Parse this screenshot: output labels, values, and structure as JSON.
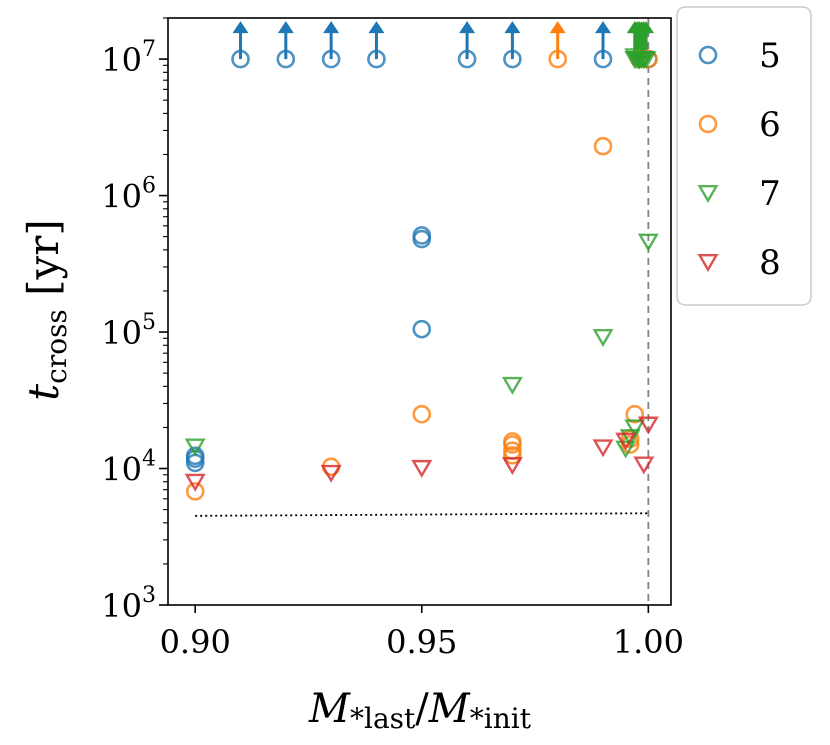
{
  "chart_data": {
    "type": "scatter",
    "xlabel": {
      "main": "M",
      "sub1": "*last",
      "slash": "/",
      "main2": "M",
      "sub2": "*init"
    },
    "ylabel": {
      "main": "t",
      "sub": "cross",
      "unit": " [yr]"
    },
    "xlim": [
      0.894,
      1.005
    ],
    "ylim": [
      1000,
      20000000
    ],
    "yscale": "log",
    "x_ticks": [
      0.9,
      0.95,
      1.0
    ],
    "x_tick_labels": [
      "0.90",
      "0.95",
      "1.00"
    ],
    "y_ticks": [
      1000,
      10000,
      100000,
      1000000,
      10000000
    ],
    "y_tick_labels": [
      {
        "base": "10",
        "exp": "3"
      },
      {
        "base": "10",
        "exp": "4"
      },
      {
        "base": "10",
        "exp": "5"
      },
      {
        "base": "10",
        "exp": "6"
      },
      {
        "base": "10",
        "exp": "7"
      }
    ],
    "legend_position": "outside-top-right",
    "vline": {
      "x": 1.0,
      "style": "dashed",
      "color": "#808080"
    },
    "reference_line": {
      "x": [
        0.9,
        1.0
      ],
      "y": [
        4500,
        4700
      ],
      "style": "dotted",
      "color": "#000000"
    },
    "series": [
      {
        "name": "5",
        "marker": "circle",
        "color": "#1f77b4",
        "points": [
          [
            0.9,
            11000
          ],
          [
            0.9,
            11800
          ],
          [
            0.9,
            12400
          ],
          [
            0.95,
            480000
          ],
          [
            0.95,
            510000
          ],
          [
            0.95,
            105000
          ],
          [
            1.0,
            10000000
          ]
        ],
        "lower_limits": [
          0.91,
          0.92,
          0.93,
          0.94,
          0.96,
          0.97,
          0.99
        ]
      },
      {
        "name": "6",
        "marker": "circle",
        "color": "#ff7f0e",
        "points": [
          [
            0.9,
            6800
          ],
          [
            0.93,
            10300
          ],
          [
            0.95,
            25000
          ],
          [
            0.97,
            12500
          ],
          [
            0.97,
            13500
          ],
          [
            0.97,
            15000
          ],
          [
            0.97,
            15800
          ],
          [
            0.99,
            2300000
          ],
          [
            0.996,
            15000
          ],
          [
            0.996,
            16500
          ],
          [
            0.997,
            25000
          ],
          [
            0.998,
            10000000
          ],
          [
            1.0,
            10000000
          ]
        ],
        "lower_limits": [
          0.98
        ]
      },
      {
        "name": "7",
        "marker": "triangle-down",
        "color": "#2ca02c",
        "points": [
          [
            0.9,
            14500
          ],
          [
            0.97,
            41000
          ],
          [
            0.99,
            92000
          ],
          [
            0.995,
            14000
          ],
          [
            0.996,
            17000
          ],
          [
            0.997,
            20000
          ],
          [
            0.997,
            10500000
          ],
          [
            0.998,
            9900000
          ],
          [
            0.999,
            10000000
          ],
          [
            1.0,
            460000
          ]
        ],
        "lower_limits": [
          0.997,
          0.9975,
          0.998,
          0.9985,
          0.999,
          0.9995
        ]
      },
      {
        "name": "8",
        "marker": "triangle-down",
        "color": "#d62728",
        "points": [
          [
            0.9,
            8000
          ],
          [
            0.93,
            9300
          ],
          [
            0.95,
            10100
          ],
          [
            0.97,
            10600
          ],
          [
            0.99,
            14300
          ],
          [
            0.995,
            16000
          ],
          [
            0.999,
            10700
          ],
          [
            1.0,
            21000
          ]
        ],
        "lower_limits": []
      }
    ]
  }
}
